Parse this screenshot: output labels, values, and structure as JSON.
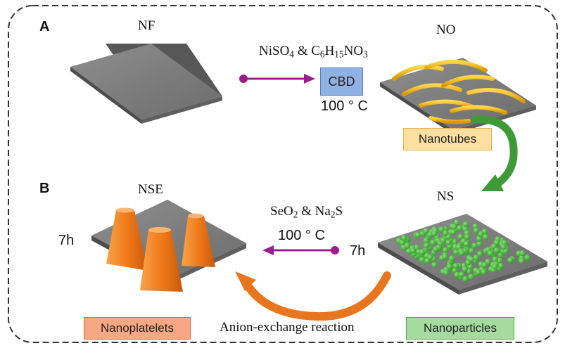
{
  "panels": {
    "a": "A",
    "b": "B"
  },
  "states": {
    "nf": "NF",
    "no": "NO",
    "nse": "NSE",
    "ns": "NS"
  },
  "reagents_a": {
    "part1": "NiSO",
    "sub1": "4",
    "part2": " & C",
    "sub2": "6",
    "part3": "H",
    "sub3": "15",
    "part4": "NO",
    "sub4": "3"
  },
  "reagents_b": {
    "part1": "SeO",
    "sub1": "2",
    "part2": " & Na",
    "sub2": "2",
    "part3": "S"
  },
  "process": {
    "cbd": "CBD"
  },
  "temperatures": {
    "a": "100 ° C",
    "b": "100 ° C"
  },
  "times": {
    "nse": "7h",
    "ns": "7h"
  },
  "morphologies": {
    "nanotubes": "Nanotubes",
    "nanoplatelets": "Nanoplatelets",
    "nanoparticles": "Nanoparticles"
  },
  "reaction": "Anion-exchange reaction",
  "colors": {
    "plate": "#7a7a7a",
    "plate_edge": "#555555",
    "arrow_magenta": "#9b1d8c",
    "arrow_green": "#3d9a37",
    "arrow_orange": "#e8761f",
    "tube_gold": "#f2b400",
    "particle_green": "#48b83a",
    "platelet_orange": "#f07a1a"
  }
}
